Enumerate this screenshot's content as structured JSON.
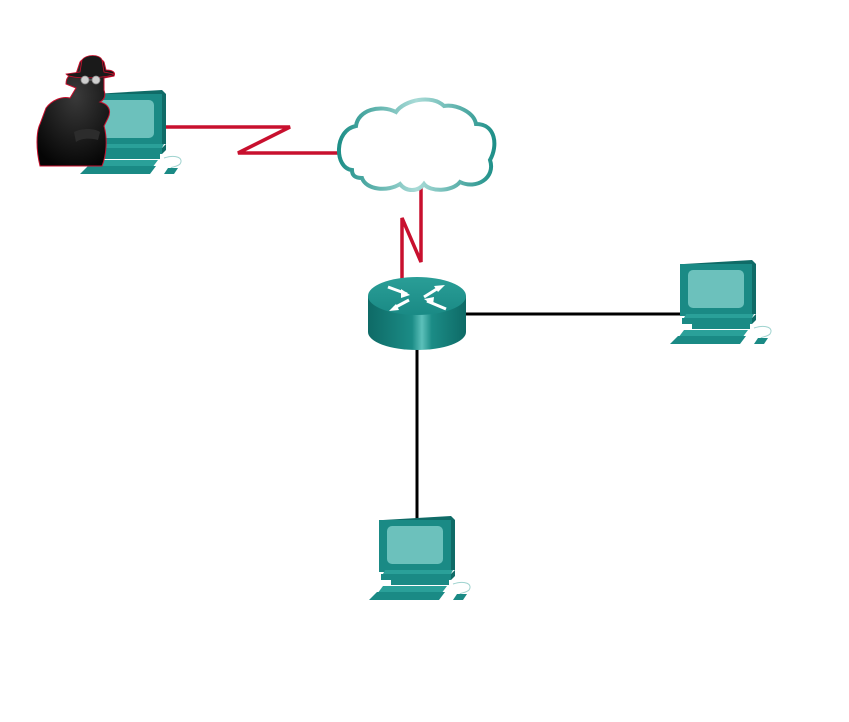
{
  "diagram": {
    "title": "",
    "colors": {
      "background": "#ffffff",
      "device_teal": "#1a8a85",
      "device_teal_dark": "#0f6b67",
      "screen_light": "#6cc1bc",
      "serial_link": "#c8102e",
      "ethernet_link": "#000000",
      "cloud_stroke": "#3aa39c",
      "attacker_body": "#111111",
      "attacker_outline": "#c8102e"
    },
    "nodes": [
      {
        "id": "attacker-pc",
        "type": "attacker-workstation",
        "label": ""
      },
      {
        "id": "internet-cloud",
        "type": "cloud",
        "label": ""
      },
      {
        "id": "router",
        "type": "router",
        "label": ""
      },
      {
        "id": "pc-right",
        "type": "pc",
        "label": ""
      },
      {
        "id": "pc-bottom",
        "type": "pc",
        "label": ""
      }
    ],
    "links": [
      {
        "from": "attacker-pc",
        "to": "internet-cloud",
        "type": "serial-wan"
      },
      {
        "from": "internet-cloud",
        "to": "router",
        "type": "serial-wan"
      },
      {
        "from": "router",
        "to": "pc-right",
        "type": "ethernet"
      },
      {
        "from": "router",
        "to": "pc-bottom",
        "type": "ethernet"
      }
    ]
  }
}
